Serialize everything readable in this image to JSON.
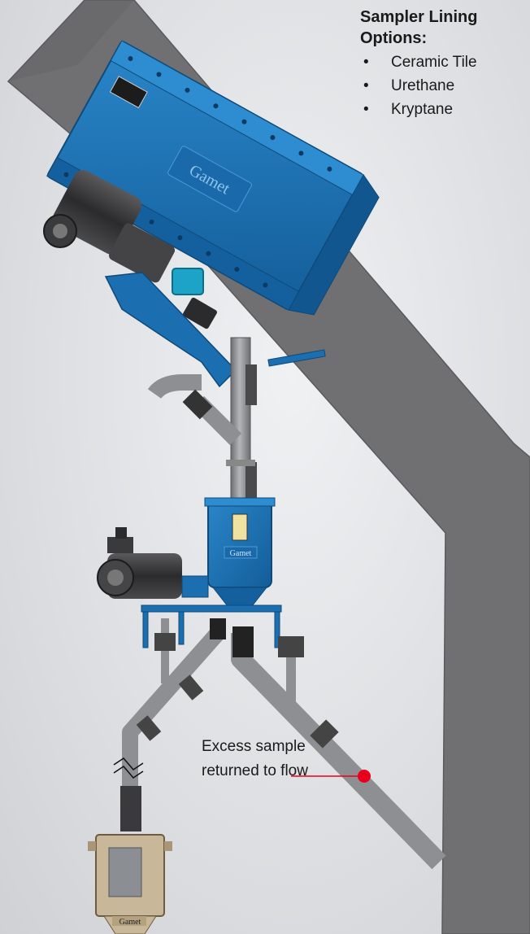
{
  "lining_options": {
    "title": "Sampler Lining Options:",
    "items": [
      "Ceramic Tile",
      "Urethane",
      "Kryptane"
    ]
  },
  "callout": {
    "text": "Excess sample returned to flow",
    "marker_color": "#e8001c"
  },
  "brand_labels": [
    "Gamet",
    "Gamet",
    "Gamet"
  ],
  "colors": {
    "chute": "#6f6f72",
    "equipment_blue": "#1b6fb0",
    "pipe": "#8e8f92",
    "motor": "#3a3a3c",
    "sample_box": "#c9b79a"
  }
}
